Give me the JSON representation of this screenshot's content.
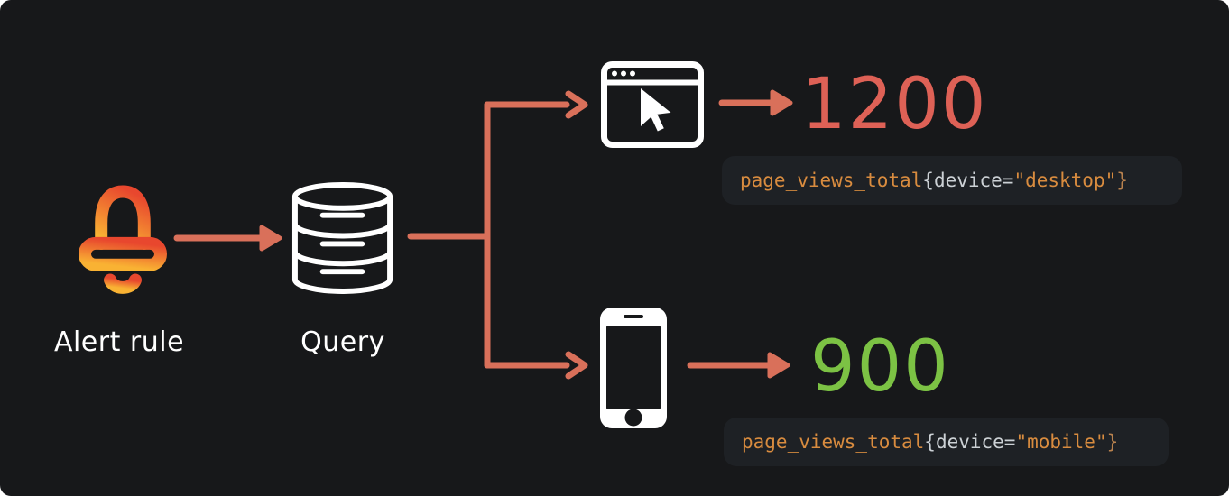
{
  "colors": {
    "page_bg": "#ffffff",
    "card_bg": "#17181a",
    "arrow": "#d9705a",
    "value_desktop": "#de6156",
    "value_mobile": "#7cc244",
    "code_bg": "#1e2125",
    "code_metric": "#d98c3f",
    "code_plain": "#ccd1d5",
    "code_string": "#d98c3f",
    "code_close": "#b9824e",
    "icon_white": "#ffffff",
    "label_text": "#ffffff",
    "bell_grad_top": "#e8472e",
    "bell_grad_bottom": "#f9b233"
  },
  "diagram": {
    "alert_rule": {
      "label": "Alert rule",
      "icon": "bell-icon"
    },
    "query": {
      "label": "Query",
      "icon": "database-icon"
    },
    "desktop": {
      "icon": "browser-icon",
      "value": "1200",
      "code": {
        "metric": "page_views_total",
        "selector_open": "{device=",
        "value_string": "\"desktop\"",
        "selector_close": "}"
      }
    },
    "mobile": {
      "icon": "phone-icon",
      "value": "900",
      "code": {
        "metric": "page_views_total",
        "selector_open": "{device=",
        "value_string": "\"mobile\"",
        "selector_close": "}"
      }
    }
  }
}
